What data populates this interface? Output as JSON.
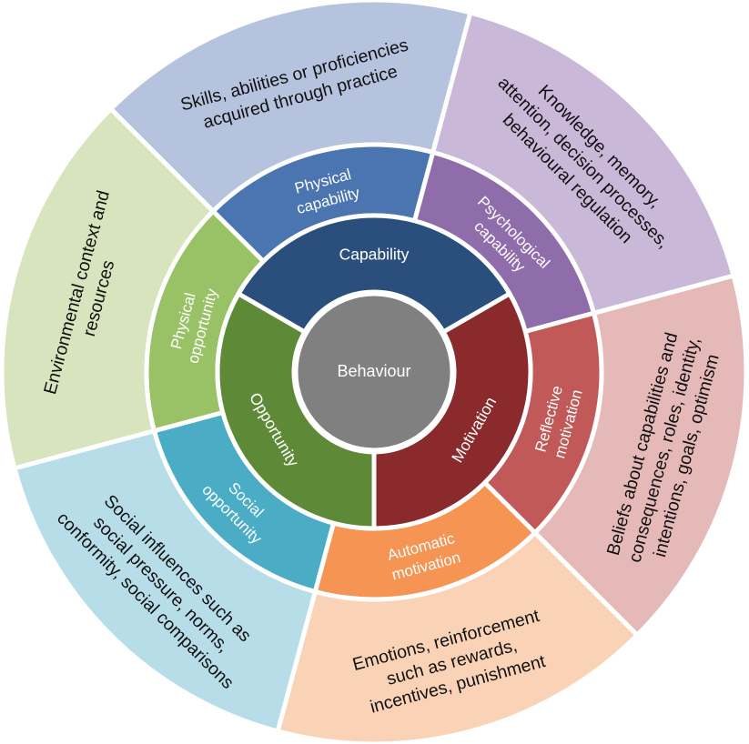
{
  "title": "Behaviour change wheel (COM-B)",
  "center": {
    "label": "Behaviour",
    "color": "#808080"
  },
  "inner_ring": [
    {
      "id": "capability",
      "label": "Capability",
      "color": "#2a4f7d"
    },
    {
      "id": "motivation",
      "label": "Motivation",
      "color": "#8b2a2c"
    },
    {
      "id": "opportunity",
      "label": "Opportunity",
      "color": "#5e8a37"
    }
  ],
  "middle_ring": [
    {
      "id": "physical-capability",
      "lines": [
        "Physical",
        "capability"
      ],
      "color": "#4a75b1"
    },
    {
      "id": "psychological-capability",
      "lines": [
        "Psychological",
        "capability"
      ],
      "color": "#8f6dab"
    },
    {
      "id": "reflective-motivation",
      "lines": [
        "Reflective",
        "motivation"
      ],
      "color": "#c05957"
    },
    {
      "id": "automatic-motivation",
      "lines": [
        "Automatic",
        "motivation"
      ],
      "color": "#f59453"
    },
    {
      "id": "social-opportunity",
      "lines": [
        "Social",
        "opportunity"
      ],
      "color": "#4bacc6"
    },
    {
      "id": "physical-opportunity",
      "lines": [
        "Physical",
        "opportunity"
      ],
      "color": "#99c166"
    }
  ],
  "outer_ring": [
    {
      "id": "physical-capability-desc",
      "lines": [
        "Skills, abilities or proficiencies",
        "acquired through practice"
      ],
      "color": "#b5c3de"
    },
    {
      "id": "psychological-capability-desc",
      "lines": [
        "Knowledge, memory,",
        "attention, decision processes,",
        "behavioural regulation"
      ],
      "color": "#cab8d9"
    },
    {
      "id": "reflective-motivation-desc",
      "lines": [
        "Beliefs about capabilities and",
        "consequences, roles, identity,",
        "intentions, goals, optimism"
      ],
      "color": "#e5b9b8"
    },
    {
      "id": "automatic-motivation-desc",
      "lines": [
        "Emotions, reinforcement",
        "such as rewards,",
        "incentives, punishment"
      ],
      "color": "#fad3b6"
    },
    {
      "id": "social-opportunity-desc",
      "lines": [
        "Social influences such as",
        "social pressure, norms,",
        "conformity, social comparisons"
      ],
      "color": "#b6dde8"
    },
    {
      "id": "physical-opportunity-desc",
      "lines": [
        "Environmental context and",
        "resources"
      ],
      "color": "#d7e4bd"
    }
  ]
}
